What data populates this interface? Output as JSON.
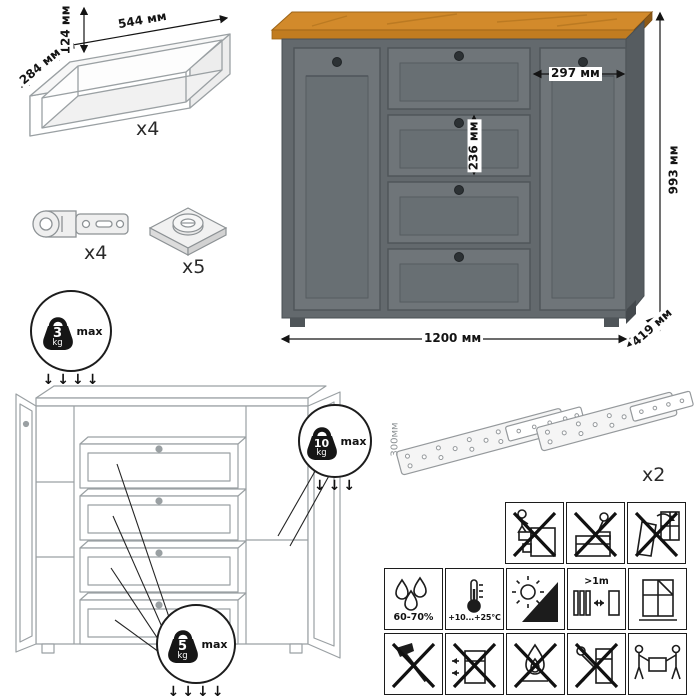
{
  "diagram": {
    "drawer_box": {
      "height": "124 мм",
      "width": "544 мм",
      "depth": "284 мм",
      "qty": "x4"
    },
    "hinges": {
      "qty": "x4"
    },
    "cams": {
      "qty": "x5"
    },
    "commode": {
      "door_width": "297 мм",
      "drawer_height": "236 мм",
      "height": "993 мм",
      "width": "1200 мм",
      "depth": "419 мм"
    },
    "load": {
      "top": {
        "value": "3",
        "unit": "kg",
        "max": "max",
        "arrows": "↓↓↓↓"
      },
      "shelf": {
        "value": "10",
        "unit": "kg",
        "max": "max",
        "arrows": "↓↓↓"
      },
      "drawer": {
        "value": "5",
        "unit": "kg",
        "max": "max",
        "arrows": "↓↓↓↓"
      }
    },
    "slides": {
      "qty": "x2",
      "length": "300мм"
    },
    "care": {
      "humidity": "60-70%",
      "temperature": "+10...+25°C",
      "distance": ">1m"
    },
    "colors": {
      "wood": "#d28a2b",
      "body": "#6f7579",
      "body_dark": "#575d61"
    }
  }
}
